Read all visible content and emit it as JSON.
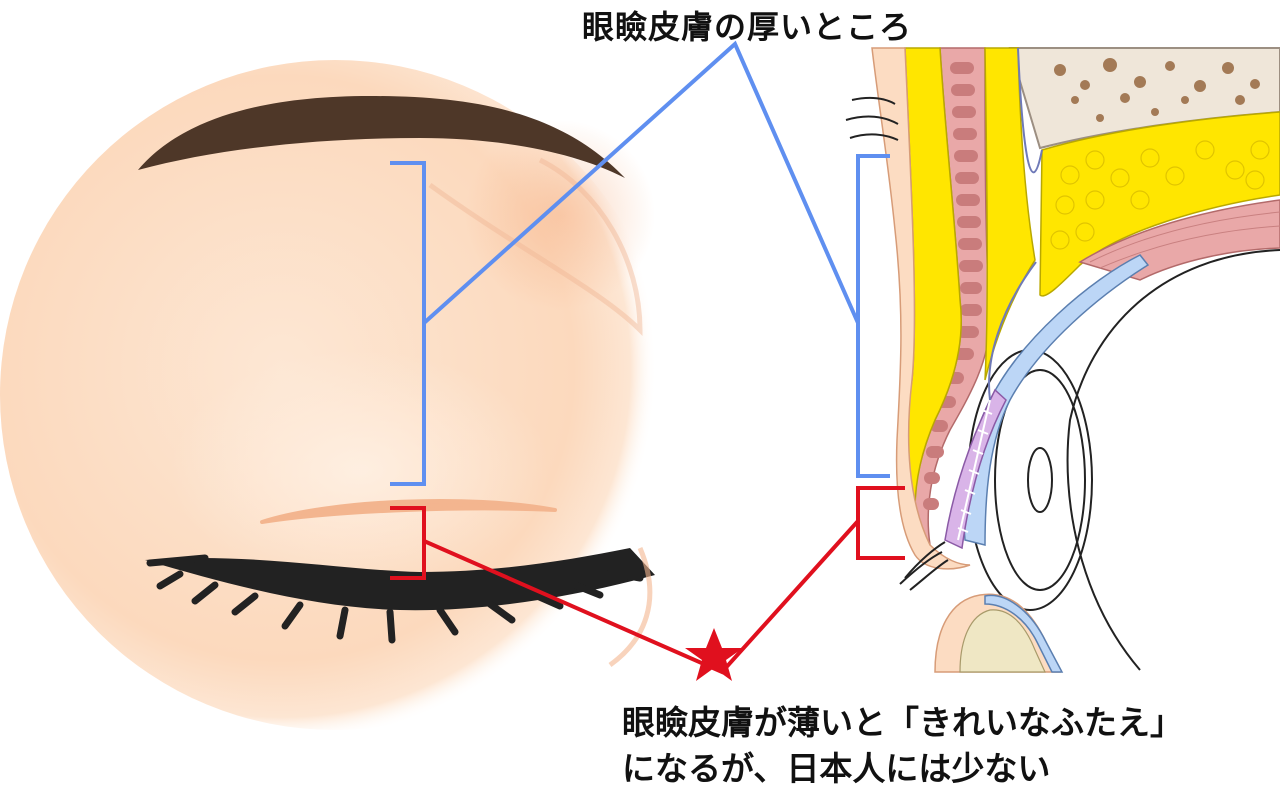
{
  "labels": {
    "thick_skin": "眼瞼皮膚の厚いところ",
    "thin_skin_line1": "眼瞼皮膚が薄いと「きれいなふたえ」",
    "thin_skin_line2": "になるが、日本人には少ない"
  },
  "colors": {
    "skin": "#fcdcc2",
    "brow": "#4e3728",
    "lash": "#222222",
    "callout_blue": "#5f8ff0",
    "callout_red": "#e0101e",
    "fat_yellow": "#ffe600",
    "muscle_pink": "#e9a8a8",
    "bone": "#eae0d2"
  },
  "icons": {
    "marker": "star-icon"
  }
}
